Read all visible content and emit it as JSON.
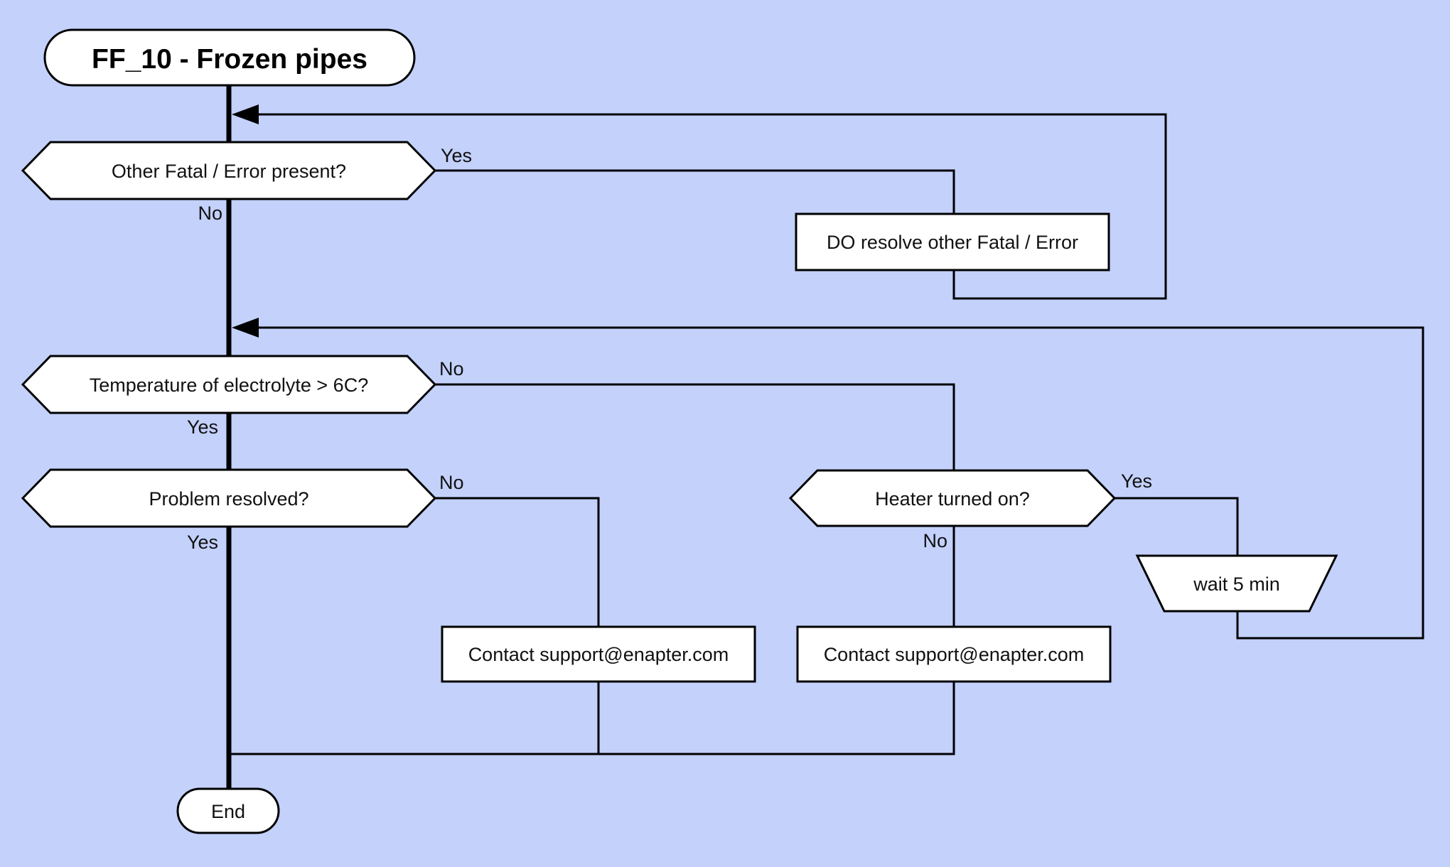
{
  "diagram": {
    "type": "flowchart",
    "colors": {
      "background": "#c3d1fb",
      "shape_fill": "#ffffff",
      "line": "#000000"
    },
    "nodes": {
      "start": {
        "label": "FF_10 - Frozen pipes",
        "shape": "stadium"
      },
      "other_fatal": {
        "label": "Other Fatal / Error present?",
        "shape": "hexagon"
      },
      "resolve_fatal": {
        "label": "DO resolve other Fatal / Error",
        "shape": "rectangle"
      },
      "temperature": {
        "label": "Temperature of electrolyte > 6C?",
        "shape": "hexagon"
      },
      "heater": {
        "label": "Heater turned on?",
        "shape": "hexagon"
      },
      "wait": {
        "label": "wait 5 min",
        "shape": "trapezoid"
      },
      "contact_heater": {
        "label": "Contact support@enapter.com",
        "shape": "rectangle"
      },
      "problem_resolved": {
        "label": "Problem resolved?",
        "shape": "hexagon"
      },
      "contact_problem": {
        "label": "Contact support@enapter.com",
        "shape": "rectangle"
      },
      "end": {
        "label": "End",
        "shape": "stadium"
      }
    },
    "edges": {
      "other_fatal_yes": {
        "label": "Yes"
      },
      "other_fatal_no": {
        "label": "No"
      },
      "temperature_no": {
        "label": "No"
      },
      "temperature_yes": {
        "label": "Yes"
      },
      "problem_no": {
        "label": "No"
      },
      "problem_yes": {
        "label": "Yes"
      },
      "heater_yes": {
        "label": "Yes"
      },
      "heater_no": {
        "label": "No"
      }
    }
  }
}
